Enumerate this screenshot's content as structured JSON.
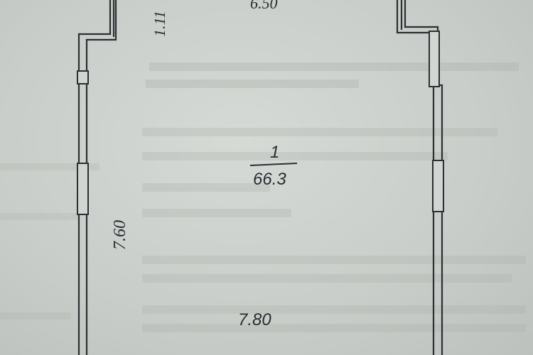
{
  "plan": {
    "dimensions": {
      "top_width": "6.50",
      "top_offset": "1.11",
      "left_height": "7.60",
      "bottom_width": "7.80"
    },
    "room": {
      "number": "1",
      "area": "66.3"
    }
  },
  "colors": {
    "paper": "#c9cdc9",
    "ink": "#2c2f33"
  }
}
